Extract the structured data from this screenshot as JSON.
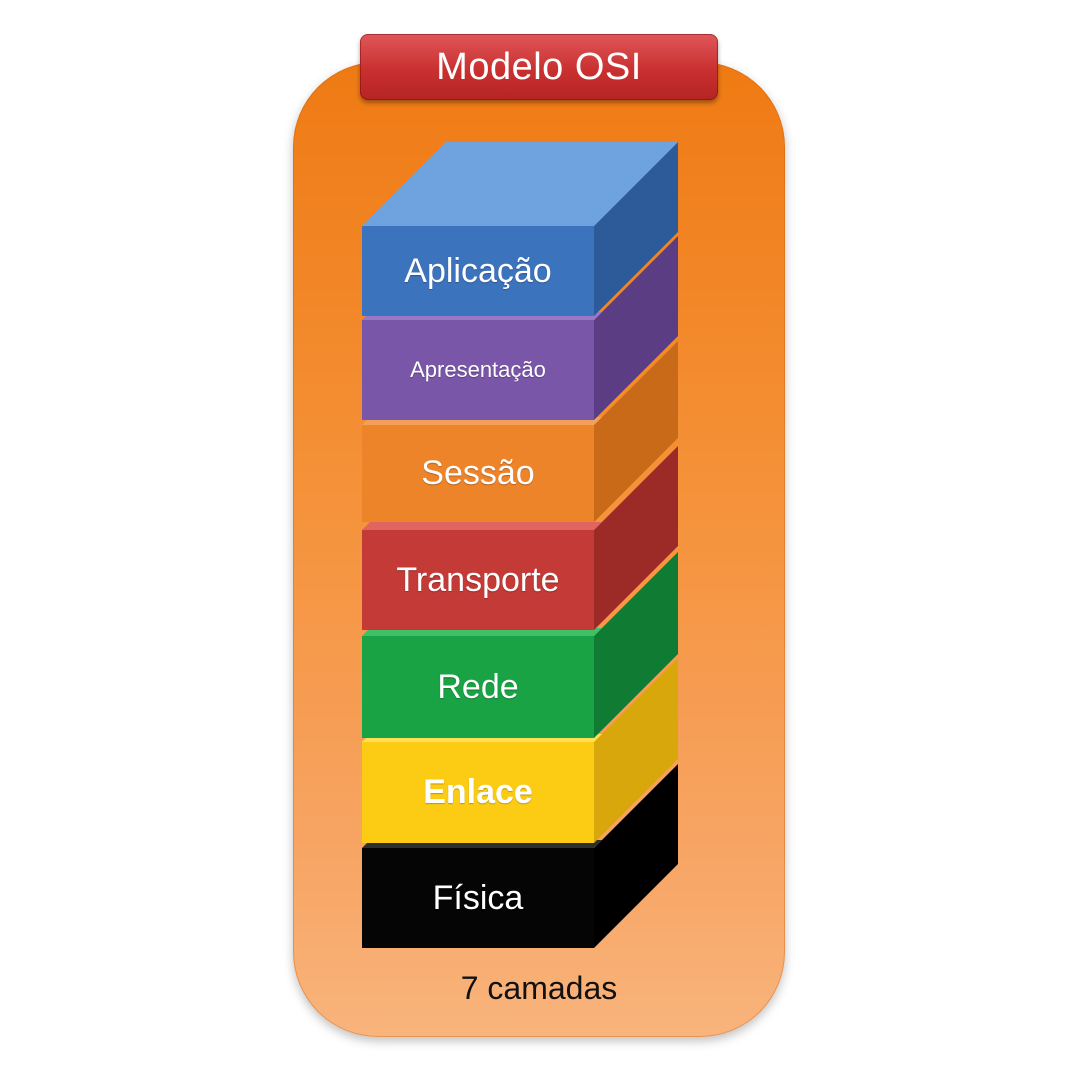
{
  "title": "Modelo OSI",
  "footer": "7 camadas",
  "layers": [
    {
      "label": "Aplicação",
      "front": "#3c73bd",
      "side": "#2d5a99",
      "top": "#6ea3e0"
    },
    {
      "label": "Apresentação",
      "front": "#7a56a8",
      "side": "#5a3d82",
      "top": "#9b78c4"
    },
    {
      "label": "Sessão",
      "front": "#ee8429",
      "side": "#c96a18",
      "top": "#f3a15a"
    },
    {
      "label": "Transporte",
      "front": "#c33a37",
      "side": "#9c2b28",
      "top": "#e06460"
    },
    {
      "label": "Rede",
      "front": "#19a345",
      "side": "#107c33",
      "top": "#3fc066"
    },
    {
      "label": "Enlace",
      "front": "#fccc14",
      "side": "#d8a70c",
      "top": "#fde058"
    },
    {
      "label": "Física",
      "front": "#050505",
      "side": "#000000",
      "top": "#2e2e2e"
    }
  ],
  "colors": {
    "panel": "#ef7a13",
    "title_box": "#c9302f"
  }
}
